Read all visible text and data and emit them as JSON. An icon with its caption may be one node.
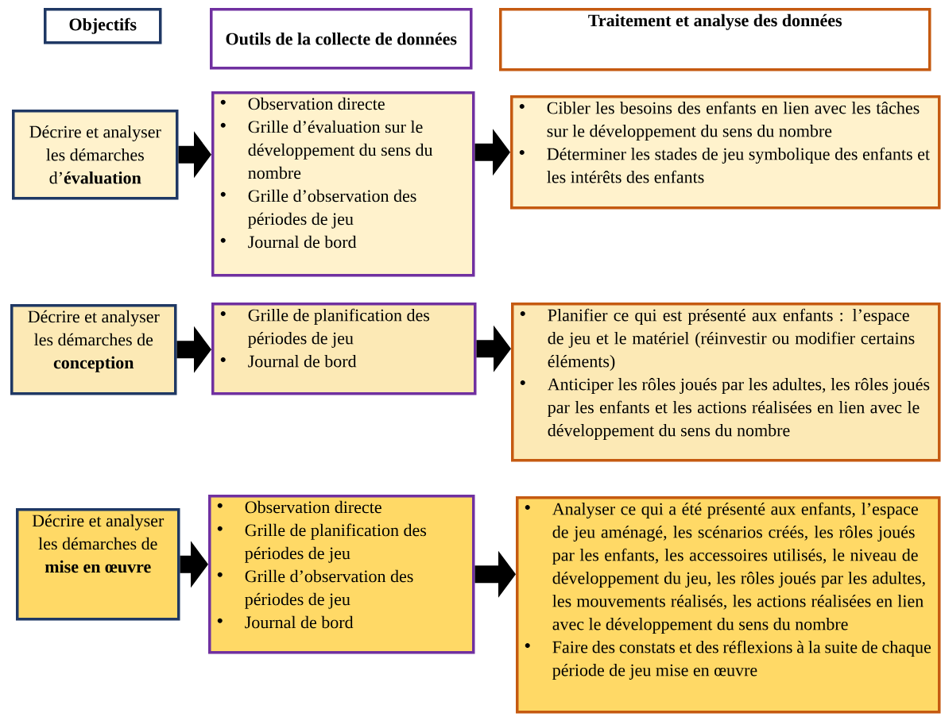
{
  "diagram": {
    "nodes": [
      {
        "text": [
          "Objectifs"
        ]
      },
      {
        "text": [
          "Outils de la collecte de données"
        ]
      },
      {
        "text": [
          "Traitement et analyse des données"
        ]
      },
      {
        "text": [
          "Décrire et analyser les démarches d’**évaluation**"
        ]
      },
      {
        "text": [
          "Observation directe",
          "Grille d’évaluation sur le développement du sens du nombre",
          "Grille d’observation des périodes de jeu",
          "Journal de bord"
        ]
      },
      {
        "text": [
          "Cibler les besoins des enfants en lien avec les tâches sur le développement du sens du nombre",
          "Déterminer les stades de jeu symbolique des enfants et les intérêts des enfants"
        ]
      },
      {
        "text": [
          "Décrire et analyser les démarches de **conception**"
        ]
      },
      {
        "text": [
          "Grille de planification des périodes de jeu",
          "Journal de bord"
        ]
      },
      {
        "text": [
          "Planifier ce qui est présenté aux enfants : l’espace de jeu et le matériel (réinvestir ou modifier certains éléments)",
          "Anticiper les rôles joués par les adultes, les rôles joués par les enfants et les actions réalisées en lien avec le développement du sens du nombre"
        ]
      },
      {
        "text": [
          "Décrire et analyser les démarches de **mise en œuvre**"
        ]
      },
      {
        "text": [
          "Observation directe",
          "Grille de planification des périodes de jeu",
          "Grille d’observation des périodes de jeu",
          "Journal de bord"
        ]
      },
      {
        "text": [
          "Analyser ce qui a été présenté aux enfants, l’espace de jeu aménagé, les scénarios créés, les rôles joués par les enfants, les accessoires utilisés, le niveau de développement du jeu, les rôles joués par les adultes, les mouvements réalisés, les actions réalisées en lien avec le développement du sens du nombre",
          "Faire des constats et des réflexions à la suite de chaque période de jeu mise en œuvre"
        ]
      }
    ],
    "edges": [
      {
        "from": 3,
        "to": 4,
        "arrow": "to"
      },
      {
        "from": 4,
        "to": 5,
        "arrow": "to"
      },
      {
        "from": 6,
        "to": 7,
        "arrow": "to"
      },
      {
        "from": 7,
        "to": 8,
        "arrow": "to"
      },
      {
        "from": 9,
        "to": 10,
        "arrow": "to"
      },
      {
        "from": 10,
        "to": 11,
        "arrow": "to"
      }
    ]
  }
}
